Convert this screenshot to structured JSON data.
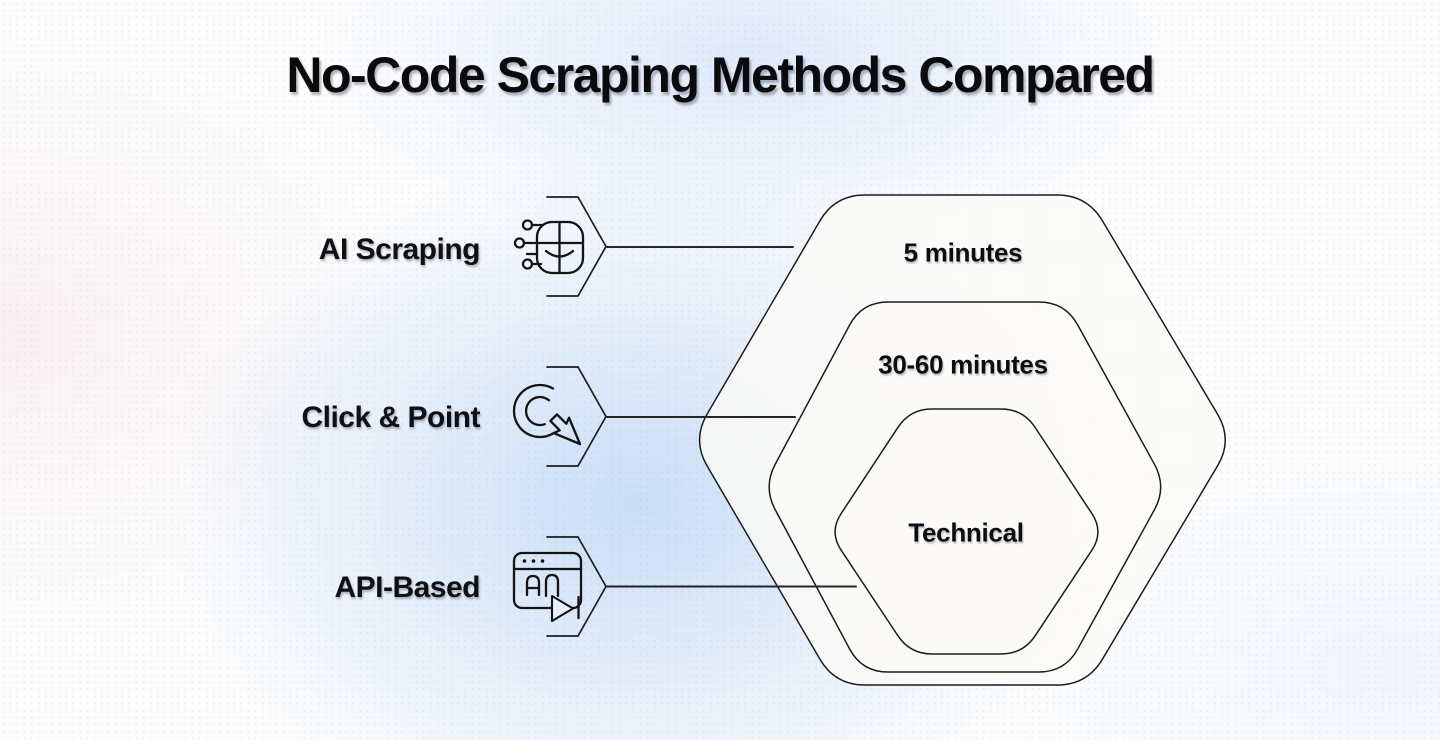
{
  "title": "No-Code Scraping Methods Compared",
  "methods": [
    {
      "label": "AI Scraping",
      "icon": "ai-brain-icon"
    },
    {
      "label": "Click & Point",
      "icon": "cursor-click-icon"
    },
    {
      "label": "API-Based",
      "icon": "api-browser-icon"
    }
  ],
  "levels": [
    {
      "label": "5 minutes"
    },
    {
      "label": "30-60 minutes"
    },
    {
      "label": "Technical"
    }
  ],
  "colors": {
    "ink": "#1c1c1e",
    "hexagon_fill": "#fbfaf6",
    "background_blue": "#cfdff5",
    "background_pink": "#f8efee",
    "background_white": "#fdfdfd"
  }
}
